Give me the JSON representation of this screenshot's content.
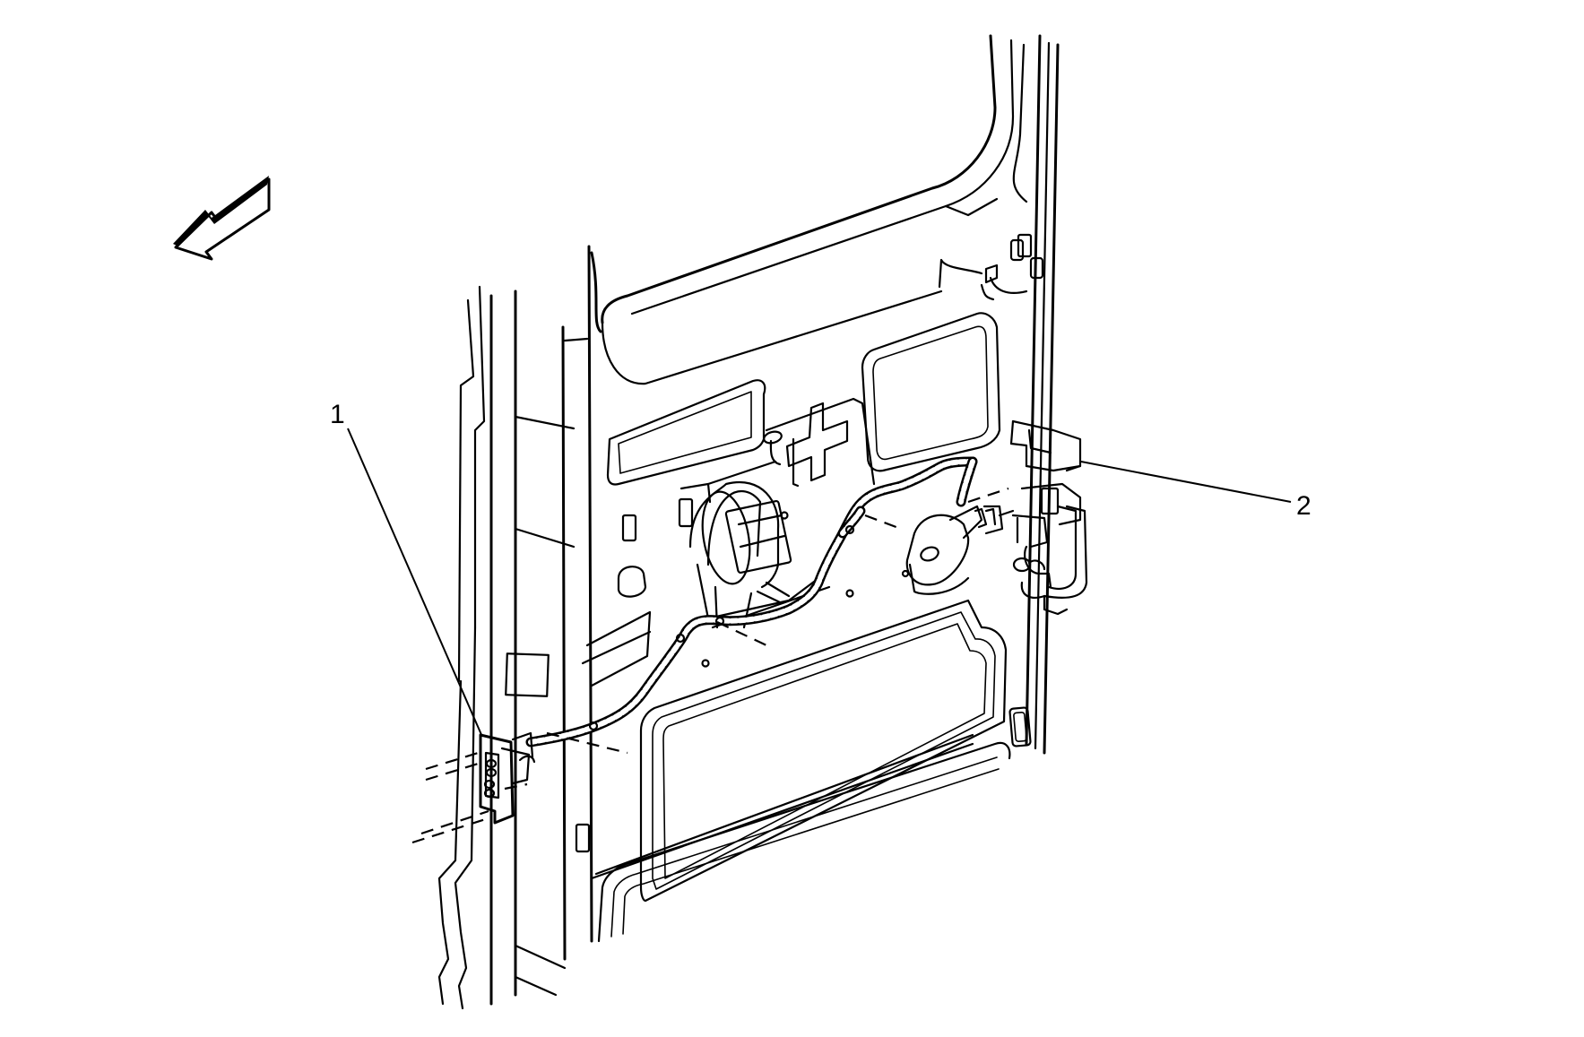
{
  "figure": {
    "background": "#ffffff",
    "line_color": "#000000"
  },
  "callouts": [
    {
      "id": "callout-1",
      "label": "1"
    },
    {
      "id": "callout-2",
      "label": "2"
    }
  ],
  "icons": {
    "direction_arrow": "forward-arrow-icon"
  }
}
